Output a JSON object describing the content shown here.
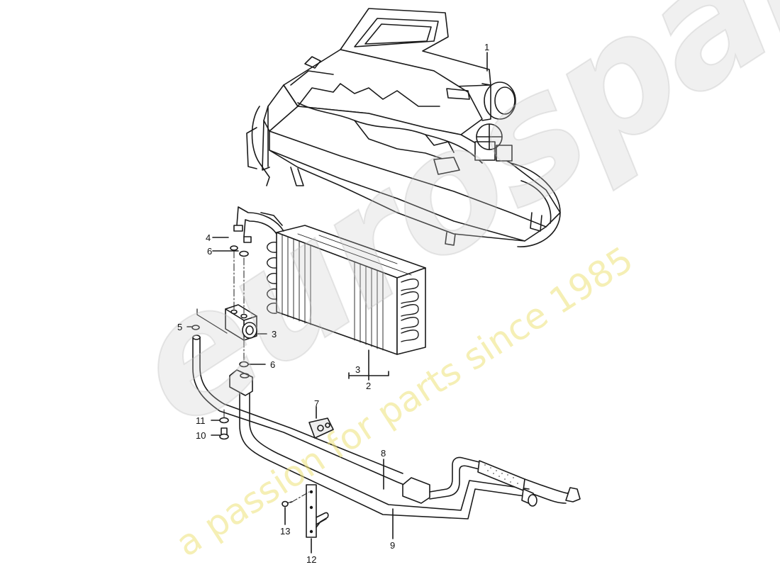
{
  "diagram": {
    "type": "exploded-parts-diagram",
    "subject": "air conditioning evaporator, expansion valve and refrigerant lines",
    "callouts": [
      {
        "number": "1",
        "part": "heater / evaporator housing"
      },
      {
        "number": "2",
        "part": "evaporator"
      },
      {
        "number": "3",
        "part": "expansion valve"
      },
      {
        "number": "3",
        "part": "expansion valve (sub-item of 2)"
      },
      {
        "number": "4",
        "part": "sealing ring"
      },
      {
        "number": "5",
        "part": "sealing ring"
      },
      {
        "number": "6",
        "part": "sealing ring (upper)"
      },
      {
        "number": "6",
        "part": "sealing ring (lower)"
      },
      {
        "number": "7",
        "part": "grommet / clamp"
      },
      {
        "number": "8",
        "part": "refrigerant line with hose"
      },
      {
        "number": "9",
        "part": "refrigerant line"
      },
      {
        "number": "10",
        "part": "screw"
      },
      {
        "number": "11",
        "part": "washer"
      },
      {
        "number": "12",
        "part": "bracket"
      },
      {
        "number": "13",
        "part": "screw"
      }
    ]
  },
  "watermark": {
    "brand": "eurospares",
    "tagline": "a passion for parts since 1985"
  }
}
